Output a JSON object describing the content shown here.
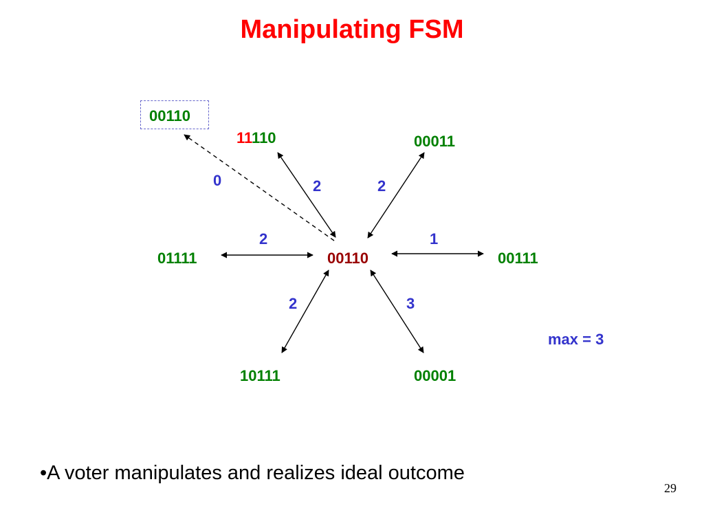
{
  "title": "Manipulating FSM",
  "colors": {
    "title": "#ff0000",
    "node": "#008000",
    "center": "#990000",
    "highlight": "#ff0000",
    "weight": "#3333cc",
    "edge": "#000000"
  },
  "diagram": {
    "center": "00110",
    "top_left": "00110",
    "top_mid": {
      "highlight": "11",
      "rest": "110"
    },
    "top_right": "00011",
    "left": "01111",
    "right": "00111",
    "bottom_left": "10111",
    "bottom_right": "00001",
    "weights": {
      "top_left": "0",
      "top_mid": "2",
      "top_right": "2",
      "left": "2",
      "right": "1",
      "bottom_left": "2",
      "bottom_right": "3"
    },
    "max_label": "max = 3"
  },
  "bullet": "•A voter manipulates and realizes ideal outcome",
  "page_number": "29"
}
